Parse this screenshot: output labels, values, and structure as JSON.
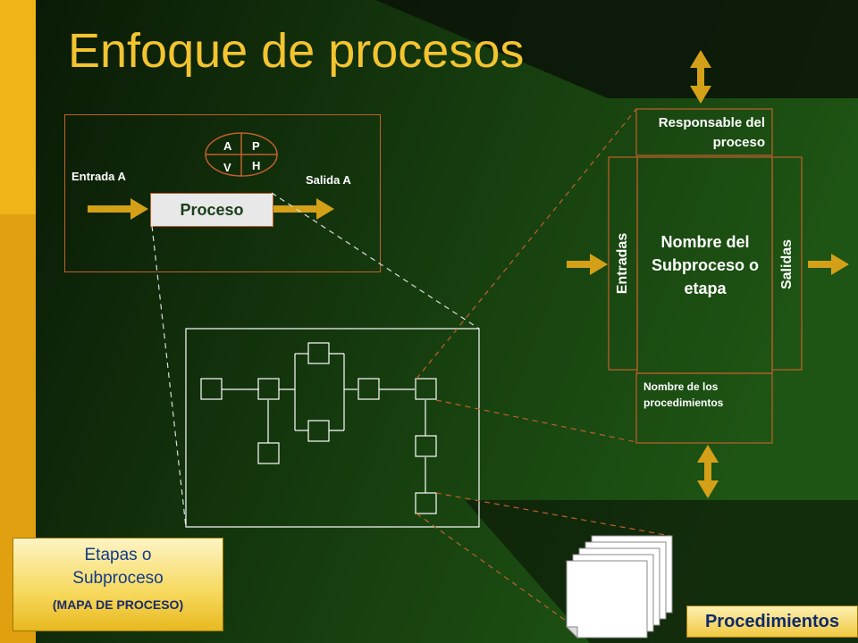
{
  "title": "Enfoque de procesos",
  "pdca": {
    "a": "A",
    "p": "P",
    "v": "V",
    "h": "H"
  },
  "process": {
    "input": "Entrada A",
    "output": "Salida A",
    "name": "Proceso"
  },
  "subprocess": {
    "responsible": "Responsable del proceso",
    "name": "Nombre del Subproceso o etapa",
    "inputs": "Entradas",
    "outputs": "Salidas",
    "procedures_name": "Nombre de los procedimientos"
  },
  "stage_box": {
    "line1": "Etapas o",
    "line2": "Subproceso",
    "line3": "(MAPA DE PROCESO)"
  },
  "procedures_label": "Procedimientos",
  "colors": {
    "background": "#000000",
    "green_panel": "#1f5a13",
    "left_bar": "#f0b418",
    "title": "#f4c430",
    "arrow": "#d4a017",
    "outline": "#c0602c"
  }
}
